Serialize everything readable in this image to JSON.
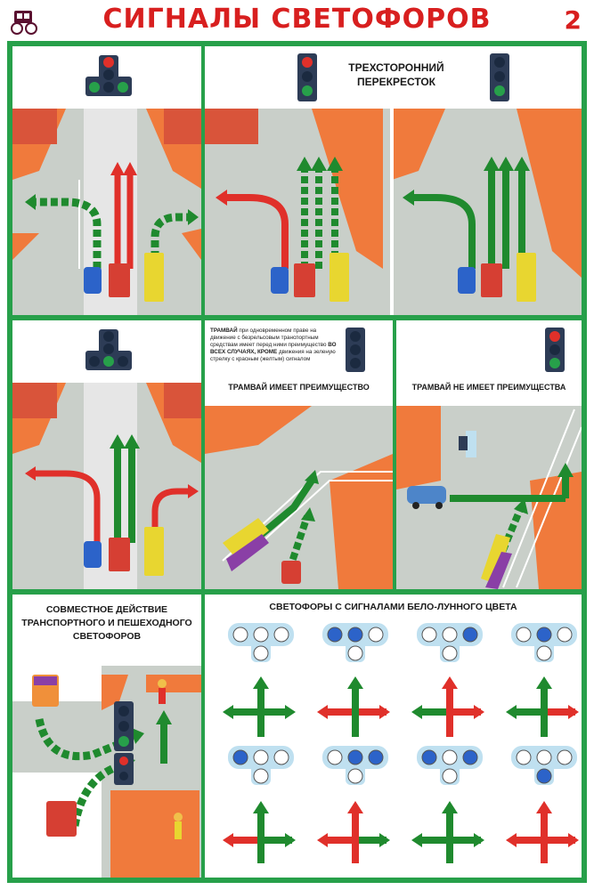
{
  "header": {
    "title": "СИГНАЛЫ СВЕТОФОРОВ",
    "page_number": "2"
  },
  "row1": {
    "three_way_label": "ТРЕХСТОРОННИЙ ПЕРЕКРЕСТОК"
  },
  "row2": {
    "tram_note_part1": "ТРАМВАЙ",
    "tram_note_part2": "при одновременном праве на движение с безрельсовым транспортным средствам имеет перед ними преимущество",
    "tram_note_part3": "ВО ВСЕХ СЛУЧАЯХ,",
    "tram_note_part4": "КРОМЕ",
    "tram_note_part5": "движения на зеленую стрелку с красным (желтым) сигналом",
    "tram_has_priority": "ТРАМВАЙ ИМЕЕТ ПРЕИМУЩЕСТВО",
    "tram_no_priority": "ТРАМВАЙ НЕ ИМЕЕТ ПРЕИМУЩЕСТВА"
  },
  "row3": {
    "joint_action_title": "СОВМЕСТНОЕ ДЕЙСТВИЕ ТРАНСПОРТНОГО И ПЕШЕХОДНОГО СВЕТОФОРОВ",
    "lunar_title": "СВЕТОФОРЫ С СИГНАЛАМИ БЕЛО-ЛУННОГО ЦВЕТА"
  },
  "colors": {
    "accent_red": "#d81f1f",
    "frame_green": "#27a04a",
    "arrow_green": "#1f8a2e",
    "arrow_red": "#e0302a",
    "lunar_blue": "#bfe0f0",
    "road_gray": "#c9cfc9",
    "building_orange": "#f07a3c"
  }
}
